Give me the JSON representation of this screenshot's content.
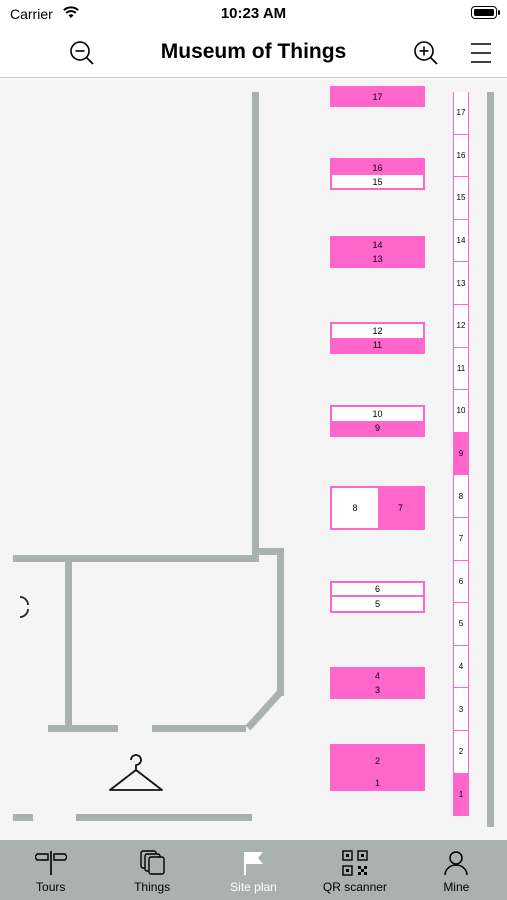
{
  "status": {
    "carrier": "Carrier",
    "time": "10:23 AM"
  },
  "header": {
    "title": "Museum of Things"
  },
  "map": {
    "blocks": [
      {
        "cells": [
          {
            "label": "17",
            "highlighted": true
          }
        ]
      },
      {
        "cells": [
          {
            "label": "16",
            "highlighted": true
          },
          {
            "label": "15",
            "highlighted": false
          }
        ]
      },
      {
        "cells": [
          {
            "label": "14",
            "highlighted": true
          },
          {
            "label": "13",
            "highlighted": true
          }
        ]
      },
      {
        "cells": [
          {
            "label": "12",
            "highlighted": false
          },
          {
            "label": "11",
            "highlighted": true
          }
        ]
      },
      {
        "cells": [
          {
            "label": "10",
            "highlighted": false
          },
          {
            "label": "9",
            "highlighted": true
          }
        ]
      },
      {
        "cells": [
          {
            "label": "8",
            "highlighted": false
          },
          {
            "label": "7",
            "highlighted": true
          }
        ]
      },
      {
        "cells": [
          {
            "label": "6",
            "highlighted": false
          },
          {
            "label": "5",
            "highlighted": false
          }
        ]
      },
      {
        "cells": [
          {
            "label": "4",
            "highlighted": true
          },
          {
            "label": "3",
            "highlighted": true
          }
        ]
      },
      {
        "cells": [
          {
            "label": "2",
            "highlighted": true
          },
          {
            "label": "1",
            "highlighted": true
          }
        ]
      }
    ],
    "column": [
      {
        "label": "17",
        "highlighted": false
      },
      {
        "label": "16",
        "highlighted": false
      },
      {
        "label": "15",
        "highlighted": false
      },
      {
        "label": "14",
        "highlighted": false
      },
      {
        "label": "13",
        "highlighted": false
      },
      {
        "label": "12",
        "highlighted": false
      },
      {
        "label": "11",
        "highlighted": false
      },
      {
        "label": "10",
        "highlighted": false
      },
      {
        "label": "9",
        "highlighted": true
      },
      {
        "label": "8",
        "highlighted": false
      },
      {
        "label": "7",
        "highlighted": false
      },
      {
        "label": "6",
        "highlighted": false
      },
      {
        "label": "5",
        "highlighted": false
      },
      {
        "label": "4",
        "highlighted": false
      },
      {
        "label": "3",
        "highlighted": false
      },
      {
        "label": "2",
        "highlighted": false
      },
      {
        "label": "1",
        "highlighted": true
      }
    ],
    "colors": {
      "exhibit": "#ff66cc",
      "wall": "#aab2b0",
      "floor": "#f5f5f5"
    }
  },
  "tabs": [
    {
      "label": "Tours",
      "icon": "signpost-icon",
      "active": false
    },
    {
      "label": "Things",
      "icon": "cards-icon",
      "active": false
    },
    {
      "label": "Site plan",
      "icon": "flag-icon",
      "active": true
    },
    {
      "label": "QR scanner",
      "icon": "qr-code-icon",
      "active": false
    },
    {
      "label": "Mine",
      "icon": "person-icon",
      "active": false
    }
  ]
}
